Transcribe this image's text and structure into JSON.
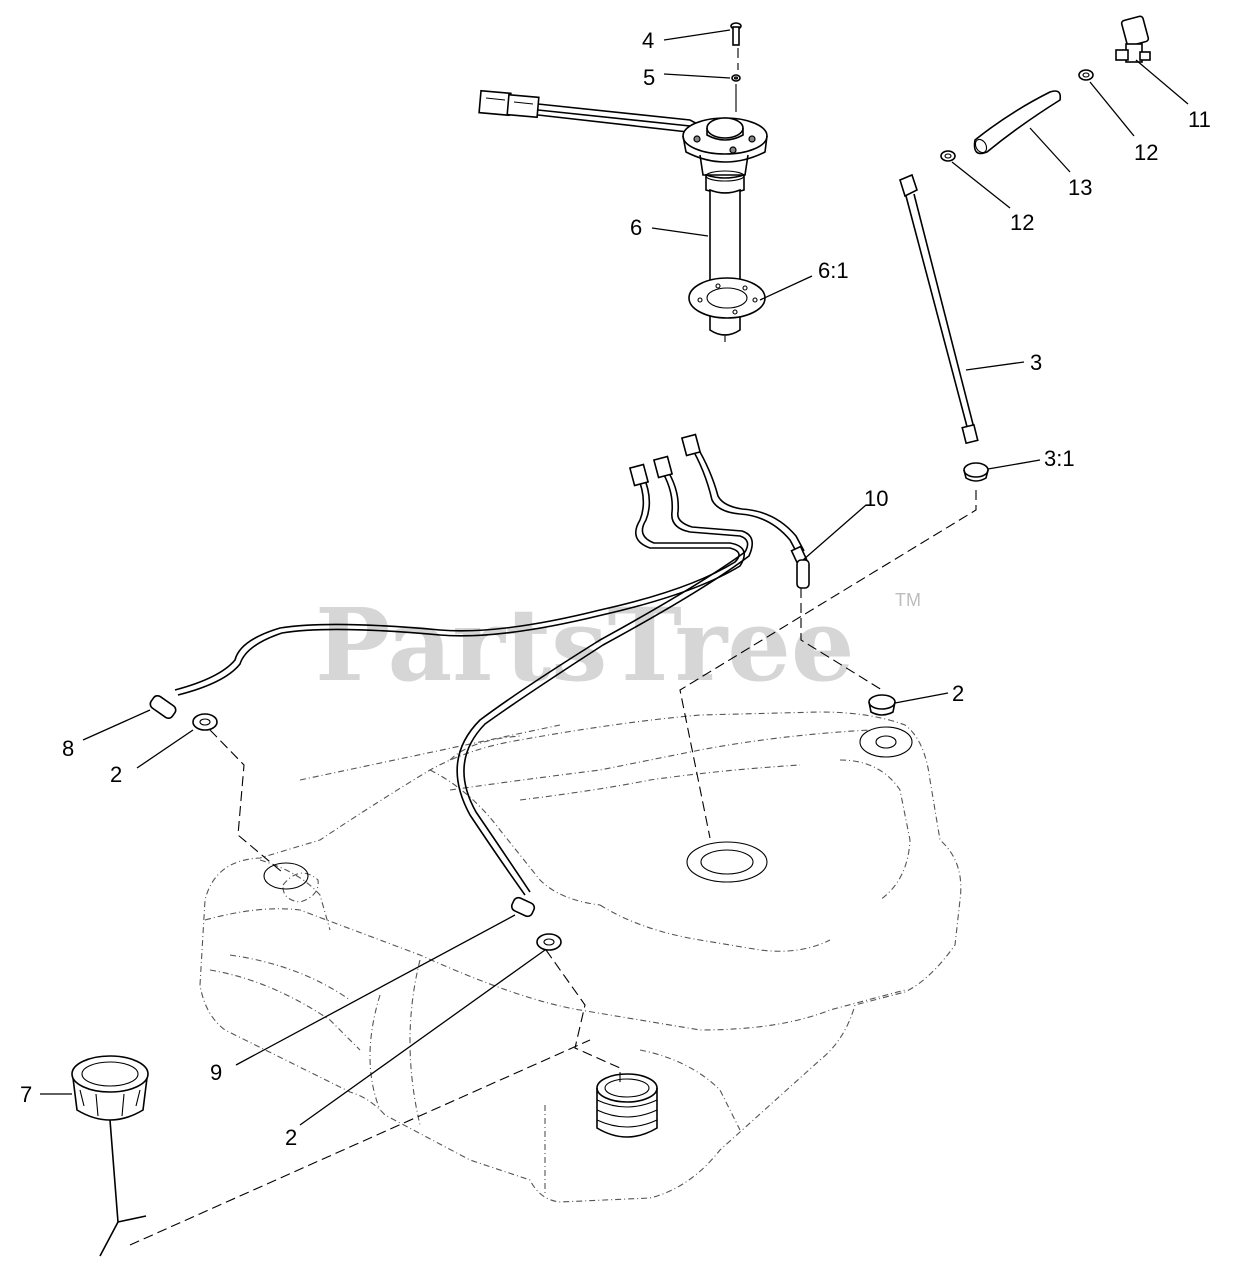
{
  "watermark": {
    "text": "PartsTree",
    "trademark": "TM"
  },
  "callouts": [
    {
      "id": "c-4",
      "text": "4"
    },
    {
      "id": "c-5",
      "text": "5"
    },
    {
      "id": "c-6",
      "text": "6"
    },
    {
      "id": "c-6-1",
      "text": "6:1"
    },
    {
      "id": "c-3",
      "text": "3"
    },
    {
      "id": "c-3-1",
      "text": "3:1"
    },
    {
      "id": "c-11",
      "text": "11"
    },
    {
      "id": "c-12a",
      "text": "12"
    },
    {
      "id": "c-12b",
      "text": "12"
    },
    {
      "id": "c-13",
      "text": "13"
    },
    {
      "id": "c-10",
      "text": "10"
    },
    {
      "id": "c-2a",
      "text": "2"
    },
    {
      "id": "c-2b",
      "text": "2"
    },
    {
      "id": "c-2c",
      "text": "2"
    },
    {
      "id": "c-8",
      "text": "8"
    },
    {
      "id": "c-9",
      "text": "9"
    },
    {
      "id": "c-7",
      "text": "7"
    }
  ]
}
